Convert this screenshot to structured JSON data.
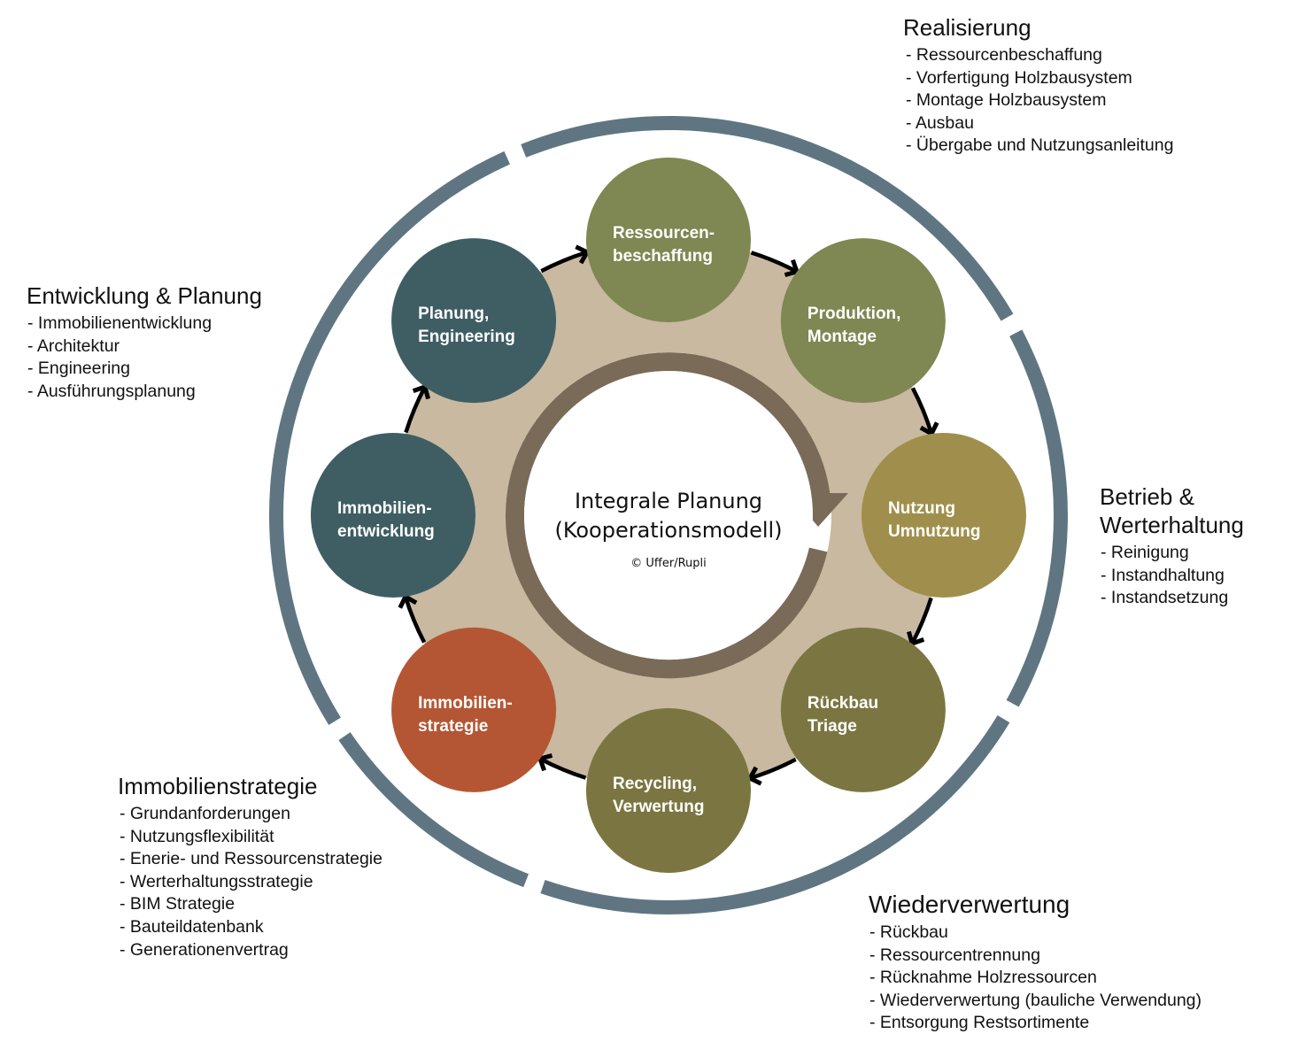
{
  "center": {
    "title_line1": "Integrale Planung",
    "title_line2": "(Kooperationsmodell)",
    "copyright": "© Uffer/Rupli"
  },
  "colors": {
    "outer_ring": "#5f7682",
    "band": "#c8b9a0",
    "inner_ring": "#7a6a58",
    "arrow": "#000000"
  },
  "nodes": [
    {
      "id": "ressourcenbeschaffung",
      "lines": [
        "Ressourcen-",
        "beschaffung"
      ],
      "color": "#7f8752",
      "angle": -90
    },
    {
      "id": "produktion-montage",
      "lines": [
        "Produktion,",
        "Montage"
      ],
      "color": "#7f8752",
      "angle": -45
    },
    {
      "id": "nutzung-umnutzung",
      "lines": [
        "Nutzung",
        "Umnutzung"
      ],
      "color": "#a08f4c",
      "angle": 0
    },
    {
      "id": "rueckbau-triage",
      "lines": [
        "Rückbau",
        "Triage"
      ],
      "color": "#7b7641",
      "angle": 45
    },
    {
      "id": "recycling-verwertung",
      "lines": [
        "Recycling,",
        "Verwertung"
      ],
      "color": "#7b7641",
      "angle": 90
    },
    {
      "id": "immobilienstrategie",
      "lines": [
        "Immobilien-",
        "strategie"
      ],
      "color": "#b45634",
      "angle": 135
    },
    {
      "id": "immobilienentwicklung",
      "lines": [
        "Immobilien-",
        "entwicklung"
      ],
      "color": "#3f5e64",
      "angle": 180
    },
    {
      "id": "planung-engineering",
      "lines": [
        "Planung,",
        "Engineering"
      ],
      "color": "#3f5e64",
      "angle": 225
    }
  ],
  "panels": {
    "realisierung": {
      "title": "Realisierung",
      "items": [
        "- Ressourcenbeschaffung",
        "- Vorfertigung Holzbausystem",
        "- Montage Holzbausystem",
        "- Ausbau",
        "- Übergabe und Nutzungsanleitung"
      ]
    },
    "entwicklung": {
      "title": "Entwicklung & Planung",
      "items": [
        "- Immobilienentwicklung",
        "- Architektur",
        "- Engineering",
        "- Ausführungsplanung"
      ]
    },
    "betrieb": {
      "title_line1": "Betrieb &",
      "title_line2": "Werterhaltung",
      "items": [
        "- Reinigung",
        "- Instandhaltung",
        "- Instandsetzung"
      ]
    },
    "strategie": {
      "title": "Immobilienstrategie",
      "items": [
        "- Grundanforderungen",
        "- Nutzungsflexibilität",
        "- Enerie- und Ressourcenstrategie",
        "- Werterhaltungsstrategie",
        "- BIM Strategie",
        "- Bauteildatenbank",
        "- Generationenvertrag"
      ]
    },
    "wiederverwertung": {
      "title": "Wiederverwertung",
      "items": [
        "- Rückbau",
        "- Ressourcentrennung",
        "- Rücknahme Holzressourcen",
        "- Wiederverwertung (bauliche Verwendung)",
        "- Entsorgung Restsortimente"
      ]
    }
  }
}
